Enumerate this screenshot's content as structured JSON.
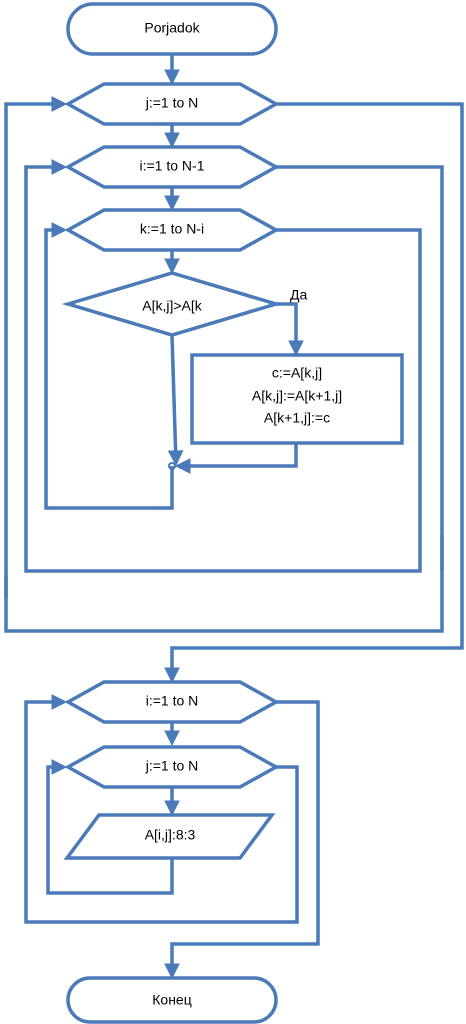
{
  "diagram": {
    "start_label": "Porjadok",
    "loop_j_outer": "j:=1 to N",
    "loop_i_outer": "i:=1 to N-1",
    "loop_k": "k:=1 to N-i",
    "condition": "A[k,j]>A[k",
    "yes_label": "Да",
    "swap_line1": "c:=A[k,j]",
    "swap_line2": "A[k,j]:=A[k+1,j]",
    "swap_line3": "A[k+1,j]:=c",
    "loop_i_print": "i:=1 to N",
    "loop_j_print": "j:=1 to N",
    "output": "A[i,j]:8:3",
    "end_label": "Конец"
  },
  "colors": {
    "stroke": "#4a7ab8",
    "fill": "#ffffff",
    "text": "#000000"
  }
}
